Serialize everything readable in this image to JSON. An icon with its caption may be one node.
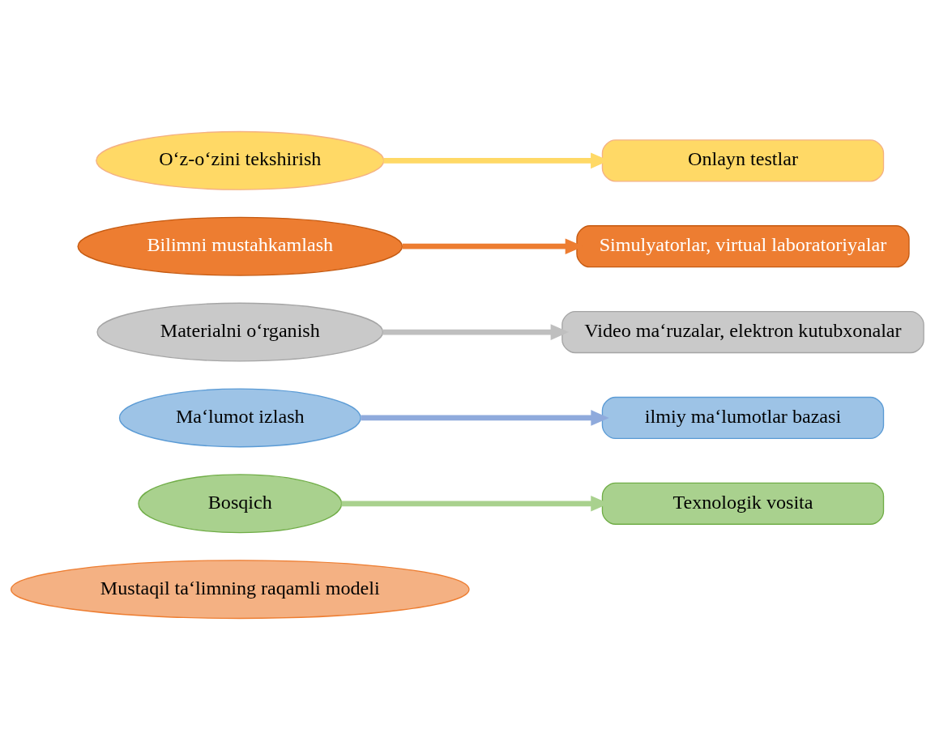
{
  "diagram": {
    "nodes": [
      {
        "text": [
          "Mustaqil ta‘limning raqamli modeli"
        ]
      },
      {
        "text": [
          "Bosqich"
        ]
      },
      {
        "text": [
          "Texnologik vosita"
        ]
      },
      {
        "text": [
          "Ma‘lumot izlash"
        ]
      },
      {
        "text": [
          "ilmiy ma‘lumotlar bazasi"
        ]
      },
      {
        "text": [
          "Materialni o‘rganish"
        ]
      },
      {
        "text": [
          "Video ma‘ruzalar, elektron kutubxonalar"
        ]
      },
      {
        "text": [
          "Bilimni mustahkamlash"
        ]
      },
      {
        "text": [
          "Simulyatorlar, virtual laboratoriyalar"
        ]
      },
      {
        "text": [
          "O‘z-o‘zini tekshirish"
        ]
      },
      {
        "text": [
          "Onlayn testlar"
        ]
      }
    ],
    "edges": [
      {
        "from": 1,
        "to": 2,
        "arrow": "to",
        "color": "#a9d18e"
      },
      {
        "from": 3,
        "to": 4,
        "arrow": "to",
        "color": "#8faadc"
      },
      {
        "from": 5,
        "to": 6,
        "arrow": "to",
        "color": "#bfbfbf"
      },
      {
        "from": 7,
        "to": 8,
        "arrow": "to",
        "color": "#ed7d31"
      },
      {
        "from": 9,
        "to": 10,
        "arrow": "to",
        "color": "#ffd966"
      }
    ]
  }
}
